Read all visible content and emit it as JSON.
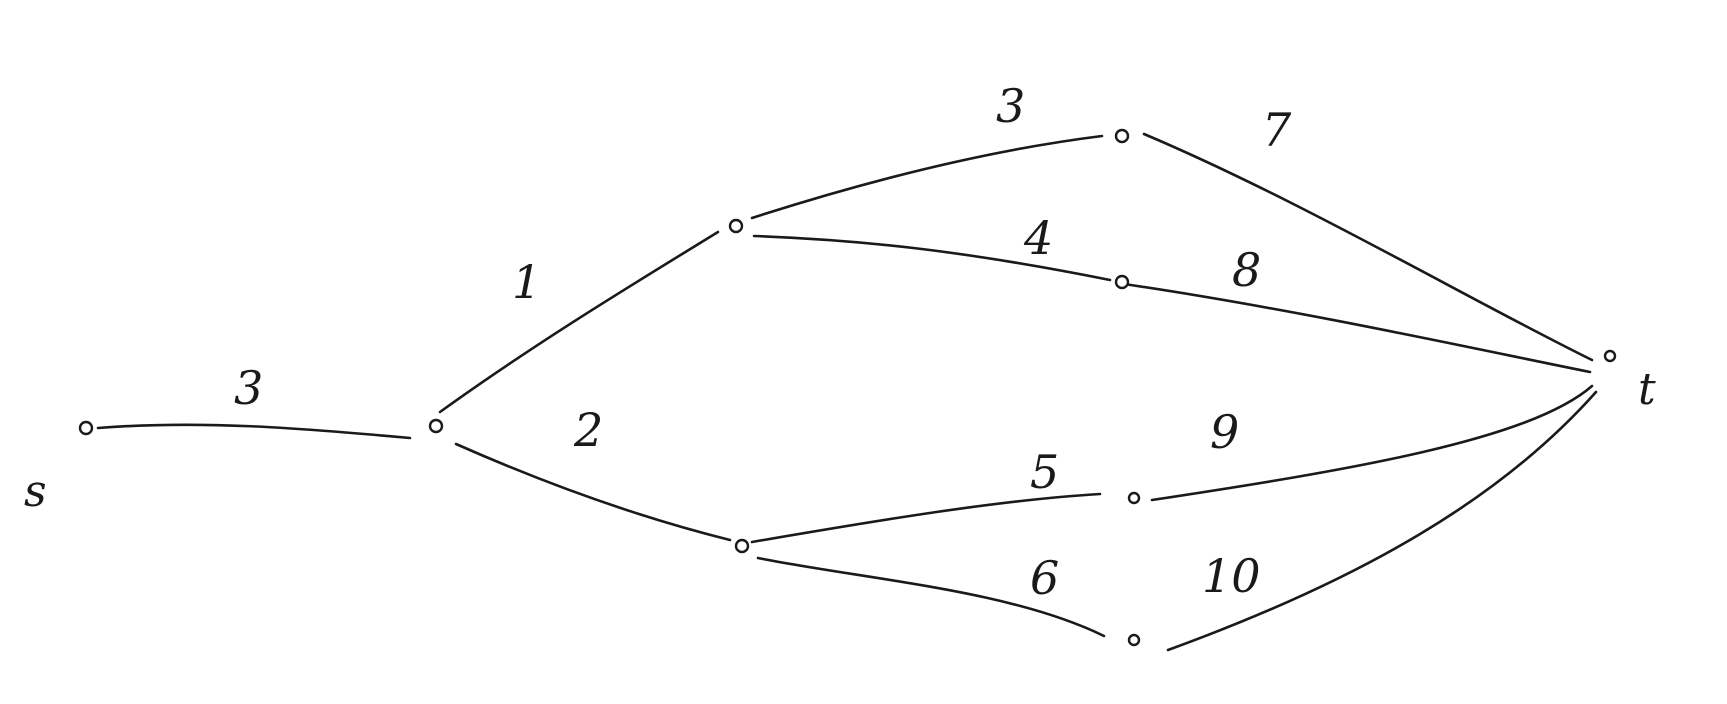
{
  "nodes": [
    {
      "id": "s",
      "label": "s"
    },
    {
      "id": "a",
      "label": ""
    },
    {
      "id": "b",
      "label": ""
    },
    {
      "id": "c",
      "label": ""
    },
    {
      "id": "d",
      "label": ""
    },
    {
      "id": "e",
      "label": ""
    },
    {
      "id": "f",
      "label": ""
    },
    {
      "id": "g",
      "label": ""
    },
    {
      "id": "t",
      "label": "t"
    }
  ],
  "edges": [
    {
      "from": "s",
      "to": "a",
      "label": "3"
    },
    {
      "from": "a",
      "to": "b",
      "label": "1"
    },
    {
      "from": "a",
      "to": "c",
      "label": "2"
    },
    {
      "from": "b",
      "to": "d",
      "label": "3"
    },
    {
      "from": "b",
      "to": "e",
      "label": "4"
    },
    {
      "from": "c",
      "to": "f",
      "label": "5"
    },
    {
      "from": "c",
      "to": "g",
      "label": "6"
    },
    {
      "from": "d",
      "to": "t",
      "label": "7"
    },
    {
      "from": "e",
      "to": "t",
      "label": "8"
    },
    {
      "from": "f",
      "to": "t",
      "label": "9"
    },
    {
      "from": "g",
      "to": "t",
      "label": "10"
    }
  ]
}
